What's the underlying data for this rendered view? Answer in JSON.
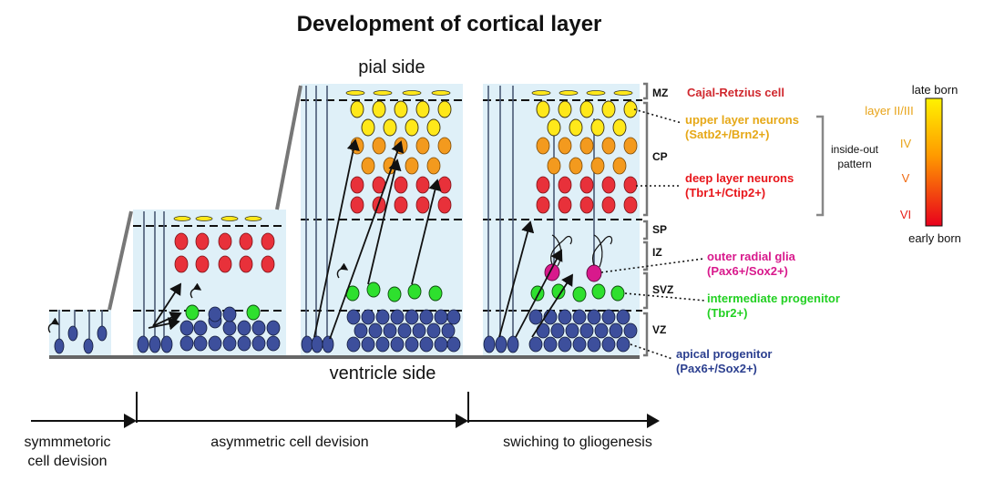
{
  "title": "Development of cortical layer",
  "pial_label": "pial side",
  "ventricle_label": "ventricle side",
  "zones": {
    "mz": "MZ",
    "cp": "CP",
    "sp": "SP",
    "iz": "IZ",
    "svz": "SVZ",
    "vz": "VZ"
  },
  "cells": {
    "cajal": {
      "name": "Cajal-Retzius cell",
      "color": "#d0282e"
    },
    "upper": {
      "name": "upper layer neurons",
      "markers": "(Satb2+/Brn2+)",
      "color": "#e6a817"
    },
    "deep": {
      "name": "deep layer neurons",
      "markers": "(Tbr1+/Ctip2+)",
      "color": "#e8161b"
    },
    "orad": {
      "name": "outer radial glia",
      "markers": "(Pax6+/Sox2+)",
      "color": "#d8198c"
    },
    "inter": {
      "name": "intermediate progenitor",
      "markers": "(Tbr2+)",
      "color": "#22d022"
    },
    "apical": {
      "name": "apical progenitor",
      "markers": "(Pax6+/Sox2+)",
      "color": "#2b3f8f"
    }
  },
  "pattern": {
    "line1": "inside-out",
    "line2": "pattern"
  },
  "birth_scale": {
    "top": "late born",
    "bottom": "early born",
    "layers": [
      "layer II/III",
      "IV",
      "V",
      "VI"
    ]
  },
  "phases": {
    "p1_line1": "symmmetoric",
    "p1_line2": "cell devision",
    "p2": "asymmetric cell devision",
    "p3": "swiching to gliogenesis"
  },
  "colors": {
    "panel_bg": "#dff0f8",
    "yellow": "#ffe81a",
    "orange": "#f39a1e",
    "red": "#e8313a",
    "green": "#2ee02e",
    "blue": "#3d4f9c",
    "magenta": "#d8198c",
    "fiber": "#4a5a75"
  }
}
